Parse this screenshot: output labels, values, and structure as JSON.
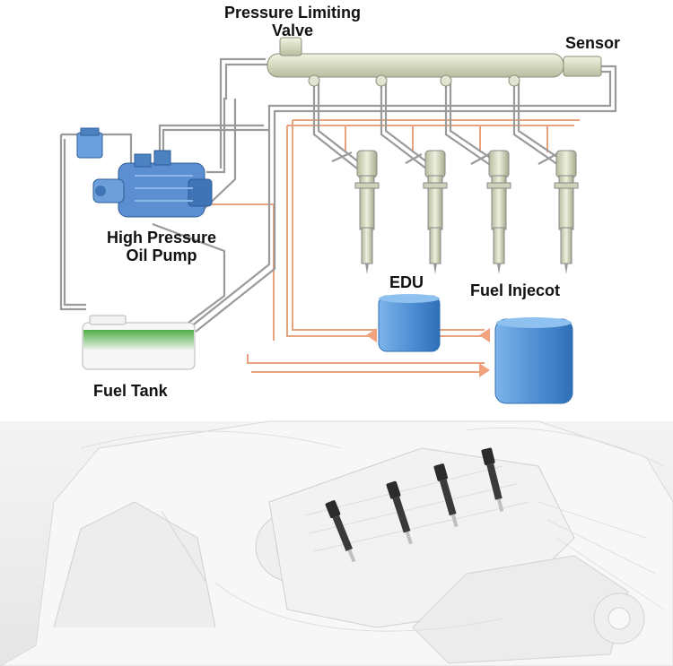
{
  "labels": {
    "pressure_valve_line1": "Pressure Limiting",
    "pressure_valve_line2": "Valve",
    "sensor": "Sensor",
    "pump_line1": "High Pressure",
    "pump_line2": "Oil Pump",
    "edu": "EDU",
    "injector": "Fuel Injecot",
    "tank": "Fuel Tank"
  },
  "colors": {
    "pipe": "#9a9a9a",
    "signal": "#e8a27e",
    "rail": "#d9dcc4",
    "pump": "#5b8fd1",
    "unit": "#5a9ad8",
    "fuel": "#3f9a3b"
  }
}
